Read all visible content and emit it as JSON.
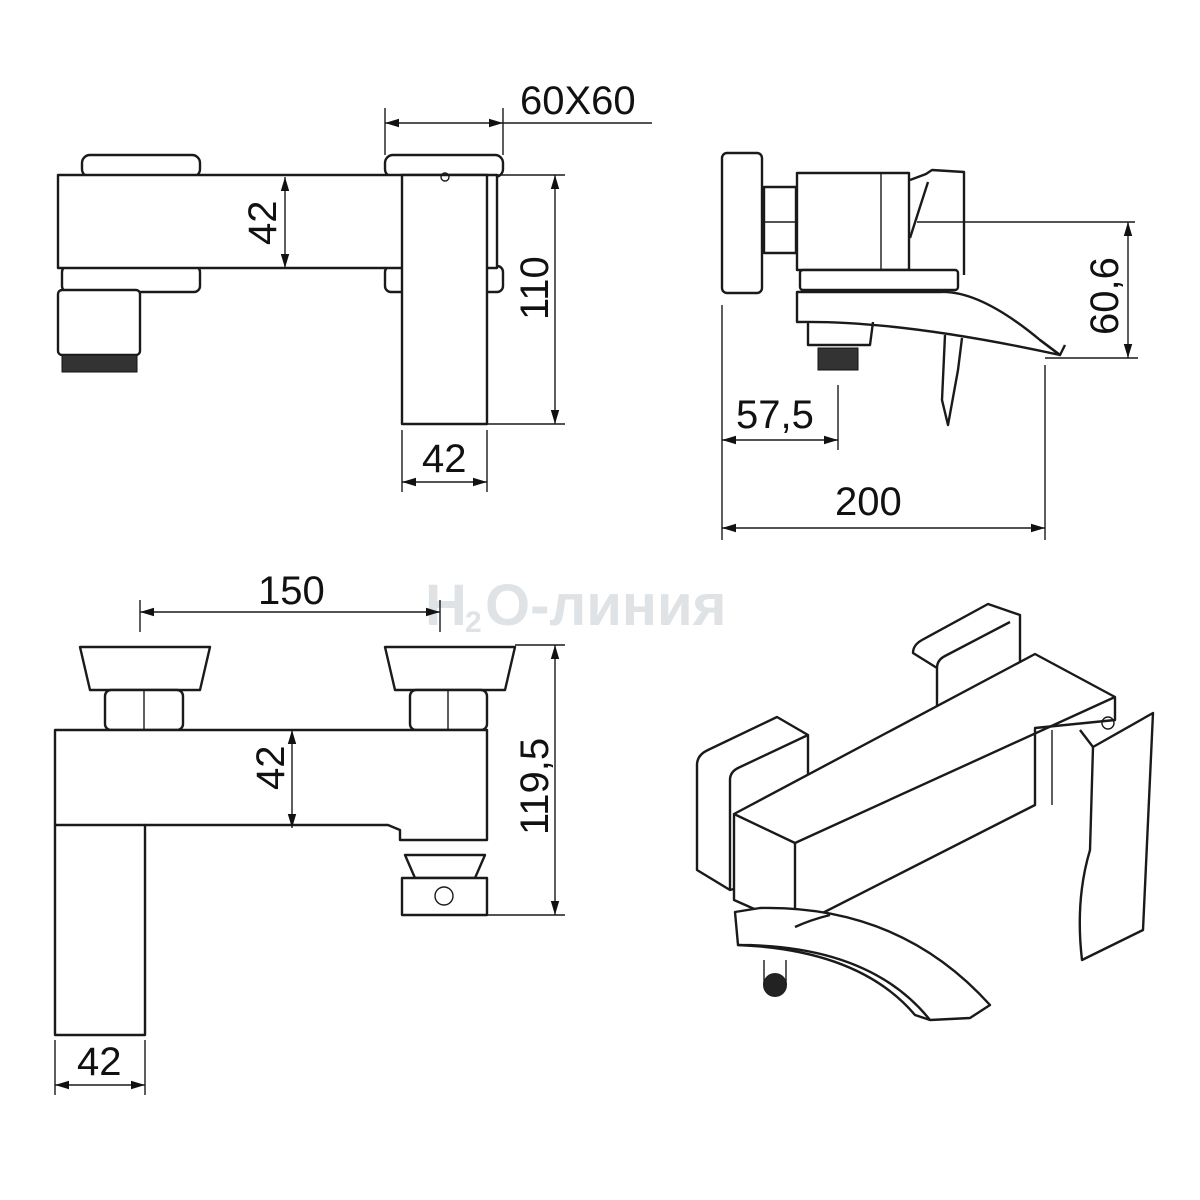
{
  "watermark": {
    "prefix": "H",
    "subscript": "2",
    "suffix": "O-линия"
  },
  "views": {
    "front": {
      "dim_handle": "60X60",
      "dim_body_height": "42",
      "dim_total_height": "110",
      "dim_spout_width": "42"
    },
    "side": {
      "dim_spout_drop": "60,6",
      "dim_outlet_offset": "57,5",
      "dim_projection": "200"
    },
    "top": {
      "dim_centers": "150",
      "dim_body_depth": "42",
      "dim_total_depth": "119,5",
      "dim_spout_width": "42"
    }
  }
}
